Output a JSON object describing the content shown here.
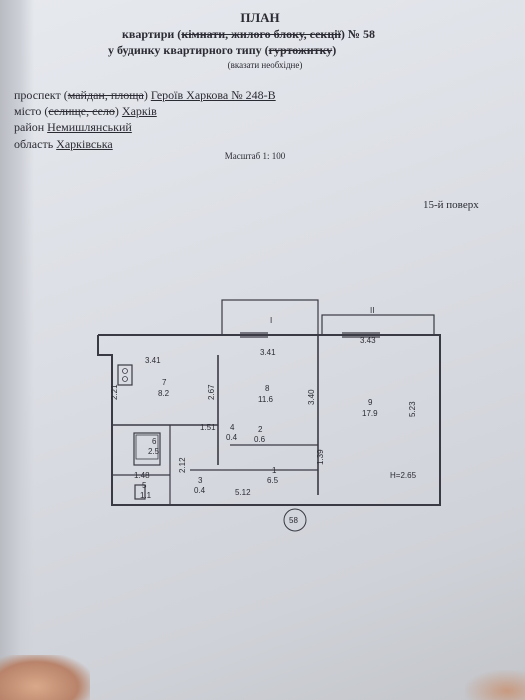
{
  "header": {
    "title": "ПЛАН",
    "line2_pre": "квартири (",
    "line2_strike": "кімнати, жилого блоку, секції",
    "line2_post": ") № 58",
    "line3_pre": "у будинку квартирного типу (",
    "line3_strike": "гуртожитку",
    "line3_post": ")",
    "note": "(вказати необхідне)"
  },
  "address": {
    "street_label_pre": "проспект (",
    "street_label_strike": "майдан, площа",
    "street_label_post": ")",
    "street_value": "Героїв Харкова № 248-В",
    "city_label_pre": "місто (",
    "city_label_strike": "селище, село",
    "city_label_post": ")",
    "city_value": "Харків",
    "district_label": "район",
    "district_value": "Немишлянський",
    "region_label": "область",
    "region_value": "Харківська"
  },
  "scale": "Масштаб 1: 100",
  "floor": "15-й поверх",
  "plan": {
    "balconies": [
      "I",
      "II"
    ],
    "dimensions": [
      "3.41",
      "3.41",
      "3.43",
      "2.21",
      "2.67",
      "3.40",
      "5.23",
      "1.51",
      "2.12",
      "1.39",
      "1.48",
      "5.12"
    ],
    "rooms": [
      {
        "num": "7",
        "area": "8.2"
      },
      {
        "num": "8",
        "area": "11.6"
      },
      {
        "num": "9",
        "area": "17.9"
      },
      {
        "num": "4",
        "area": "0.4"
      },
      {
        "num": "2",
        "area": "0.6"
      },
      {
        "num": "6",
        "area": "2.5"
      },
      {
        "num": "1",
        "area": "6.5"
      },
      {
        "num": "5",
        "area": "1.1"
      },
      {
        "num": "3",
        "area": "0.4"
      }
    ],
    "height": "H=2.65",
    "apartment_number": "58"
  }
}
